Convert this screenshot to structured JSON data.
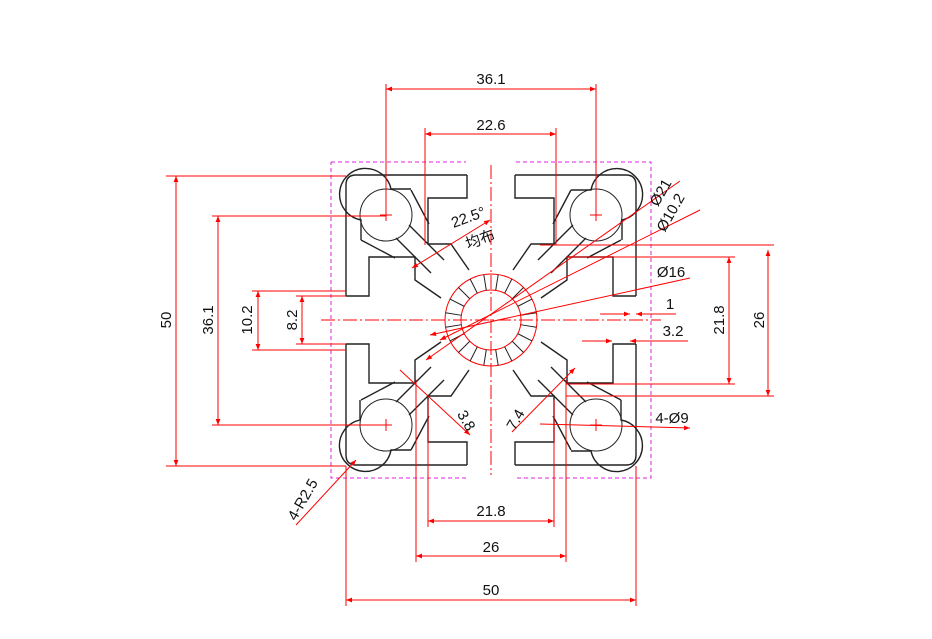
{
  "drawing": {
    "title": "50x50 aluminium profile cross-section",
    "dimensions": {
      "top_outer_hole_spacing": "36.1",
      "top_inner_width": "22.6",
      "left_overall_height": "50",
      "left_hole_spacing": "36.1",
      "left_slot_width_outer": "10.2",
      "left_slot_opening": "8.2",
      "bottom_overall_width": "50",
      "bottom_width_26": "26",
      "bottom_width_21_8": "21.8",
      "right_height_26": "26",
      "right_height_21_8": "21.8",
      "lip_thickness": "1",
      "slot_depth": "3.2",
      "tube_outer_dia": "Ø21",
      "center_hole_dia": "Ø10.2",
      "tube_mid_dia": "Ø16",
      "angle": "22.5°",
      "angle_note": "均布",
      "web_thickness": "3.8",
      "web_width": "7.4",
      "corner_holes": "4-Ø9",
      "corner_radius": "4-R2.5"
    }
  },
  "colors": {
    "dimension": "#ff0000",
    "profile": "#222222",
    "envelope": "#e020e0"
  }
}
